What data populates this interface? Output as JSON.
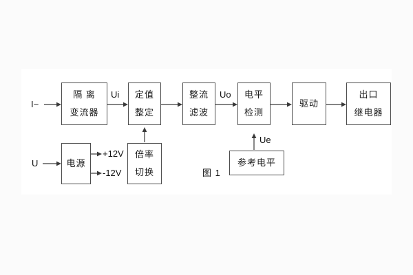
{
  "figure": {
    "caption": "图 1"
  },
  "colors": {
    "line": "#3a3a3a",
    "box_border": "#4d4d4d",
    "text": "#1a1a1a",
    "backdrop": "#fbfbfb",
    "page": "#ffffff"
  },
  "inputs": {
    "ac_current": "I~",
    "supply_voltage": "U"
  },
  "signals": {
    "ui": "Ui",
    "uo": "Uo",
    "ue": "Ue",
    "plus12v": "+12V",
    "minus12v": "-12V"
  },
  "blocks": [
    {
      "id": "isolation-transformer",
      "lines": [
        "隔 离",
        "变流器"
      ]
    },
    {
      "id": "setting-adjust",
      "lines": [
        "定值",
        "整定"
      ]
    },
    {
      "id": "rectify-filter",
      "lines": [
        "整流",
        "滤波"
      ]
    },
    {
      "id": "level-detect",
      "lines": [
        "电平",
        "检测"
      ]
    },
    {
      "id": "drive",
      "lines": [
        "驱动"
      ]
    },
    {
      "id": "output-relay",
      "lines": [
        "出口",
        "继电器"
      ]
    },
    {
      "id": "power-supply",
      "lines": [
        "电源"
      ]
    },
    {
      "id": "multiplier-switch",
      "lines": [
        "倍率",
        "切换"
      ]
    },
    {
      "id": "reference-level",
      "lines": [
        "参考电平"
      ]
    }
  ]
}
